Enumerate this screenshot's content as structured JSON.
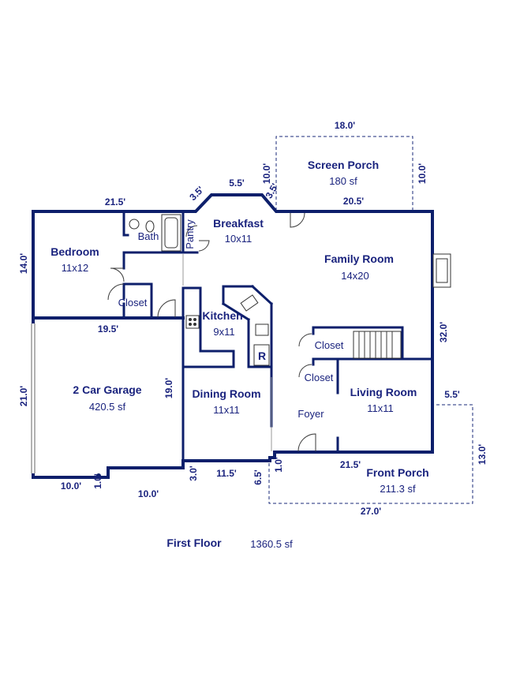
{
  "floor": {
    "title": "First Floor",
    "area": "1360.5 sf"
  },
  "rooms": {
    "screen_porch": {
      "name": "Screen Porch",
      "size": "180 sf"
    },
    "breakfast": {
      "name": "Breakfast",
      "size": "10x11"
    },
    "family_room": {
      "name": "Family Room",
      "size": "14x20"
    },
    "bedroom": {
      "name": "Bedroom",
      "size": "11x12"
    },
    "bath": {
      "name": "Bath"
    },
    "pantry": {
      "name": "Pantry"
    },
    "closet_bedroom": {
      "name": "Closet"
    },
    "kitchen": {
      "name": "Kitchen",
      "size": "9x11"
    },
    "closet_a": {
      "name": "Closet"
    },
    "closet_b": {
      "name": "Closet"
    },
    "garage": {
      "name": "2 Car Garage",
      "size": "420.5 sf"
    },
    "dining_room": {
      "name": "Dining Room",
      "size": "11x11"
    },
    "living_room": {
      "name": "Living Room",
      "size": "11x11"
    },
    "foyer": {
      "name": "Foyer"
    },
    "front_porch": {
      "name": "Front Porch",
      "size": "211.3 sf"
    },
    "refrigerator": {
      "name": "R"
    }
  },
  "dimensions": {
    "screen_porch_width": "18.0'",
    "screen_porch_depth_left": "10.0'",
    "screen_porch_depth_right": "10.0'",
    "top_left_wall": "21.5'",
    "bay_left": "3.5'",
    "bay_top": "5.5'",
    "bay_right": "3.5'",
    "top_right_wall": "20.5'",
    "bedroom_depth": "14.0'",
    "garage_top": "19.5'",
    "right_wall": "32.0'",
    "garage_depth": "21.0'",
    "garage_right": "19.0'",
    "front_porch_offset": "5.5'",
    "front_porch_depth": "13.0'",
    "garage_step": "1.0'",
    "garage_bottom_left": "10.0'",
    "garage_bottom_right": "10.0'",
    "dining_jog": "3.0'",
    "dining_bottom": "11.5'",
    "foyer_jog_left": "6.5'",
    "foyer_jog": "1.0'",
    "front_wall": "21.5'",
    "front_porch_width": "27.0'"
  }
}
